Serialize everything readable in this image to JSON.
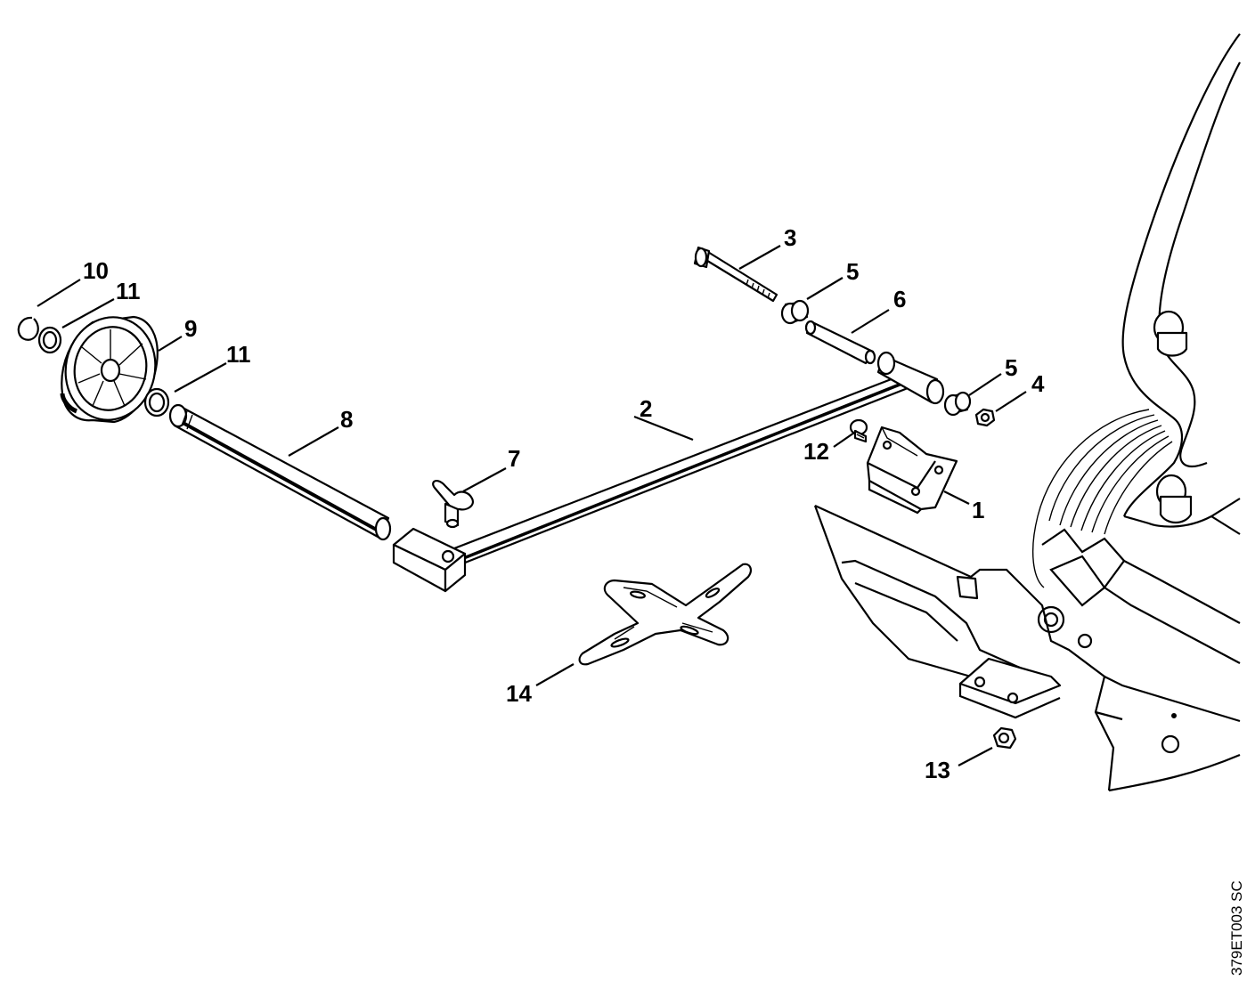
{
  "callouts": [
    {
      "id": "c1",
      "label": "1"
    },
    {
      "id": "c2",
      "label": "2"
    },
    {
      "id": "c3",
      "label": "3"
    },
    {
      "id": "c4",
      "label": "4"
    },
    {
      "id": "c5a",
      "label": "5"
    },
    {
      "id": "c5b",
      "label": "5"
    },
    {
      "id": "c6",
      "label": "6"
    },
    {
      "id": "c7",
      "label": "7"
    },
    {
      "id": "c8",
      "label": "8"
    },
    {
      "id": "c9",
      "label": "9"
    },
    {
      "id": "c10",
      "label": "10"
    },
    {
      "id": "c11a",
      "label": "11"
    },
    {
      "id": "c11b",
      "label": "11"
    },
    {
      "id": "c12",
      "label": "12"
    },
    {
      "id": "c13",
      "label": "13"
    },
    {
      "id": "c14",
      "label": "14"
    }
  ],
  "reference_code": "379ET003 SC"
}
